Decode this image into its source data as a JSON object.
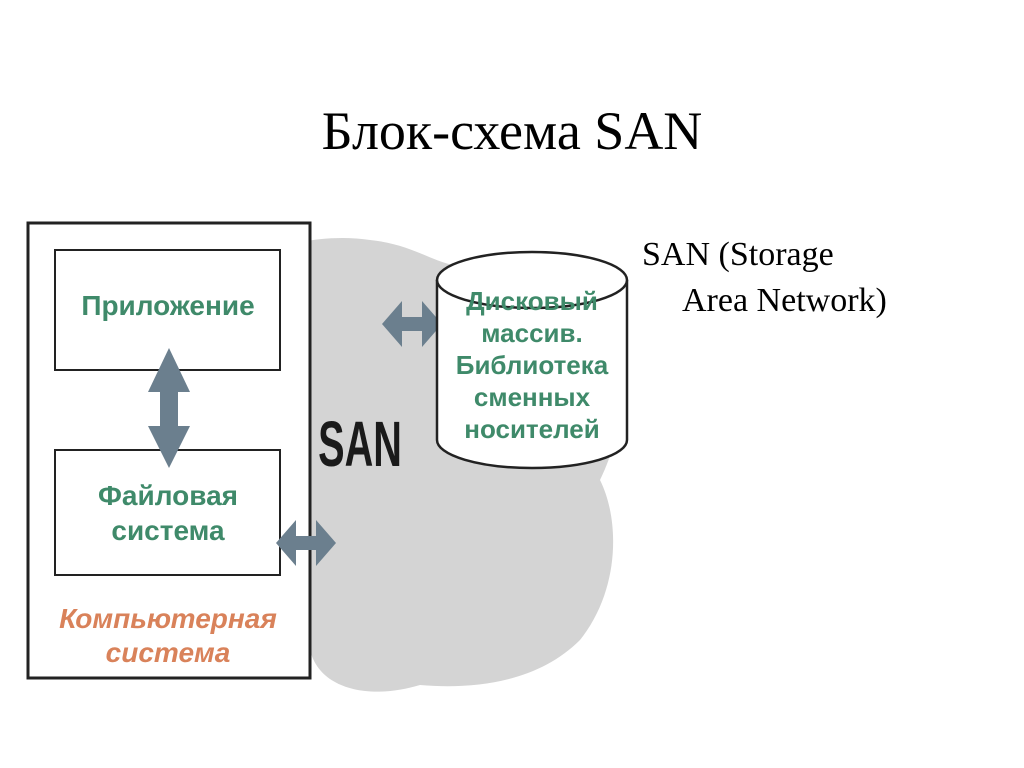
{
  "slide": {
    "title": "Блок-схема SAN",
    "bullet": {
      "line1": "SAN (Storage",
      "line2": "Area Network)"
    }
  },
  "diagram": {
    "computer_system": {
      "label_line1": "Компьютерная",
      "label_line2": "система"
    },
    "application_box": {
      "label": "Приложение"
    },
    "filesystem_box": {
      "label_line1": "Файловая",
      "label_line2": "система"
    },
    "san_label": "SAN",
    "storage": {
      "line1": "Дисковый",
      "line2": "массив.",
      "line3": "Библиотека",
      "line4": "сменных",
      "line5": "носителей"
    },
    "colors": {
      "cloud": "#d4d4d4",
      "arrow": "#6b7f8e",
      "green_text": "#3f8a6a",
      "orange_text": "#d9825a"
    }
  }
}
